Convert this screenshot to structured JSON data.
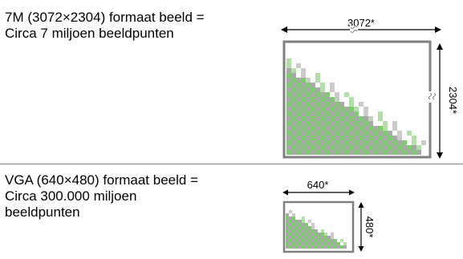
{
  "rows": [
    {
      "line1": "7M (3072×2304) formaat beeld =",
      "line2": "Circa 7 miljoen beeldpunten",
      "width_label": "3072*",
      "height_label": "2304*"
    },
    {
      "line1": "VGA (640×480) formaat beeld =",
      "line2": "Circa 300.000 miljoen",
      "line3": "beeldpunten",
      "width_label": "640*",
      "height_label": "480*"
    }
  ],
  "colors": {
    "border": "#8a8a8a",
    "pixel_green": "#7ccc6e",
    "pixel_gray": "#a8a8a8",
    "frame": "#7f7f7f"
  }
}
